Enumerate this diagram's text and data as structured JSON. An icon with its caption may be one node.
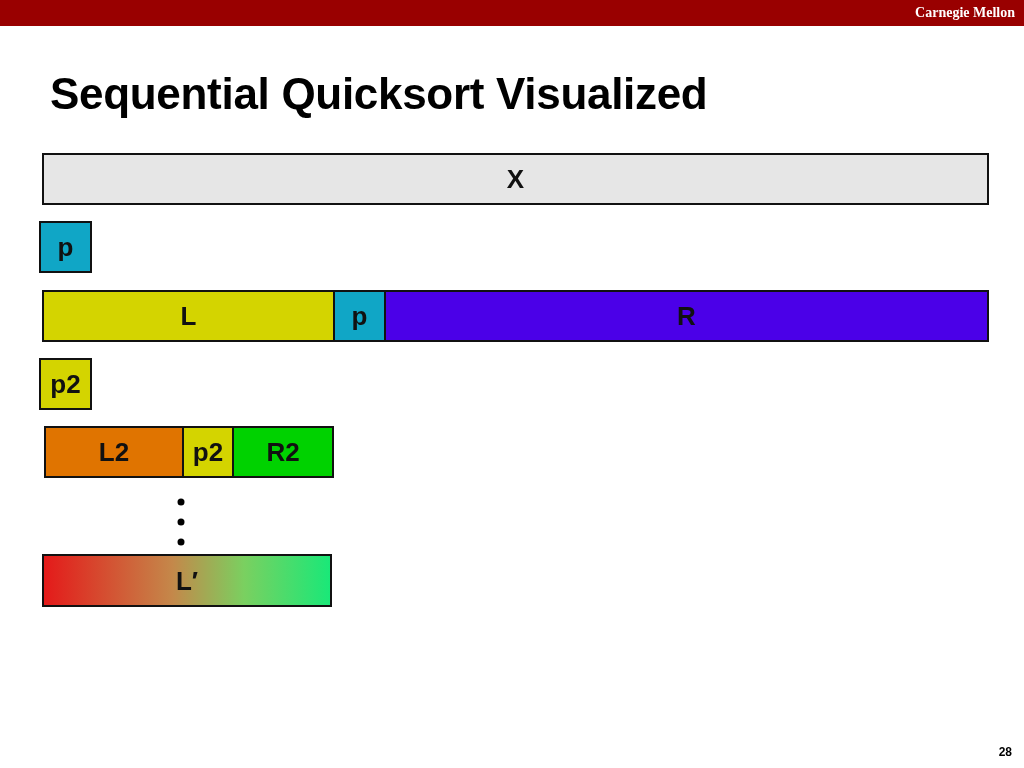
{
  "diagram": {
    "title": "Sequential Quicksort Visualized",
    "nodes": [
      {
        "text": [
          "X"
        ]
      },
      {
        "text": [
          "p"
        ]
      },
      {
        "text": [
          "L"
        ]
      },
      {
        "text": [
          "p"
        ]
      },
      {
        "text": [
          "R"
        ]
      },
      {
        "text": [
          "p2"
        ]
      },
      {
        "text": [
          "L2"
        ]
      },
      {
        "text": [
          "p2"
        ]
      },
      {
        "text": [
          "R2"
        ]
      },
      {
        "text": [
          "L′"
        ]
      }
    ],
    "labels": [
      "Carnegie Mellon",
      "28"
    ]
  }
}
